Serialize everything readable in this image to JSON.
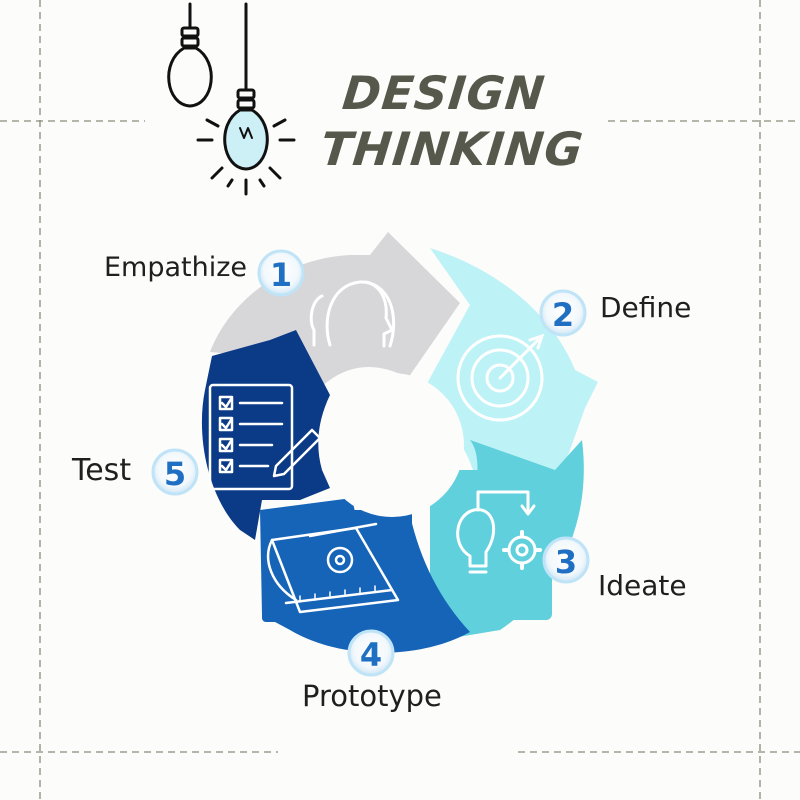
{
  "title": {
    "line1": "DESIGN",
    "line2": "THINKING"
  },
  "steps": [
    {
      "number": "1",
      "label": "Empathize",
      "color": "#d7d7da",
      "icon": "two-heads-icon"
    },
    {
      "number": "2",
      "label": "Define",
      "color": "#bdf2f6",
      "icon": "target-icon"
    },
    {
      "number": "3",
      "label": "Ideate",
      "color": "#5fd0dc",
      "icon": "lightbulb-gear-icon"
    },
    {
      "number": "4",
      "label": "Prototype",
      "color": "#1664b8",
      "icon": "blueprint-icon"
    },
    {
      "number": "5",
      "label": "Test",
      "color": "#0b3a86",
      "icon": "checklist-icon"
    }
  ],
  "colors": {
    "title": "#55584a",
    "badge_number": "#1f6fc2",
    "badge_ring": "#bfe3f7",
    "divider": "#8a8a7a"
  },
  "decor_icons": [
    "lightbulb-off-icon",
    "lightbulb-on-icon"
  ]
}
